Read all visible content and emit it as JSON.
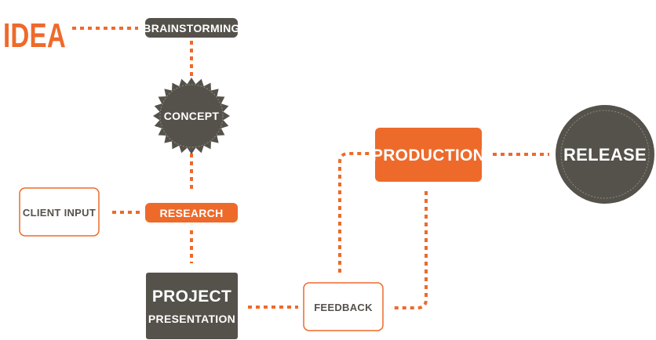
{
  "colors": {
    "accent": "#ee6a2b",
    "dark": "#55514b",
    "light_text": "#ffffff",
    "outline": "#ee6a2b"
  },
  "nodes": {
    "idea": "IDEA",
    "brainstorming": "BRAINSTORMING",
    "concept": "CONCEPT",
    "client_input": "CLIENT INPUT",
    "research": "RESEARCH",
    "project_line1": "PROJECT",
    "project_line2": "PRESENTATION",
    "feedback": "FEEDBACK",
    "production": "PRODUCTION",
    "release": "RELEASE"
  }
}
